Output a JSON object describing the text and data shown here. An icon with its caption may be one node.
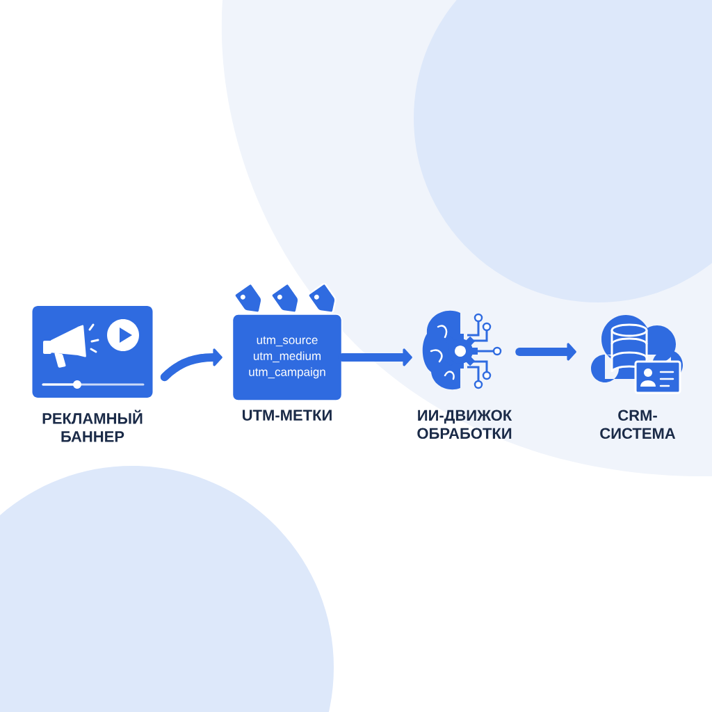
{
  "diagram": {
    "nodes": [
      {
        "text": [
          "РЕКЛАМНЫЙ БАННЕР"
        ]
      },
      {
        "text": [
          "utm_source",
          "utm_medium",
          "utm_campaign",
          "UTM-МЕТКИ"
        ]
      },
      {
        "text": [
          "ИИ-ДВИЖОК ОБРАБОТКИ"
        ]
      },
      {
        "text": [
          "CRM- СИСТЕМА"
        ]
      }
    ],
    "edges": [
      {
        "from": 0,
        "to": 1,
        "arrow": "to"
      },
      {
        "from": 1,
        "to": 2,
        "arrow": "to"
      },
      {
        "from": 2,
        "to": 3,
        "arrow": "to"
      }
    ]
  }
}
